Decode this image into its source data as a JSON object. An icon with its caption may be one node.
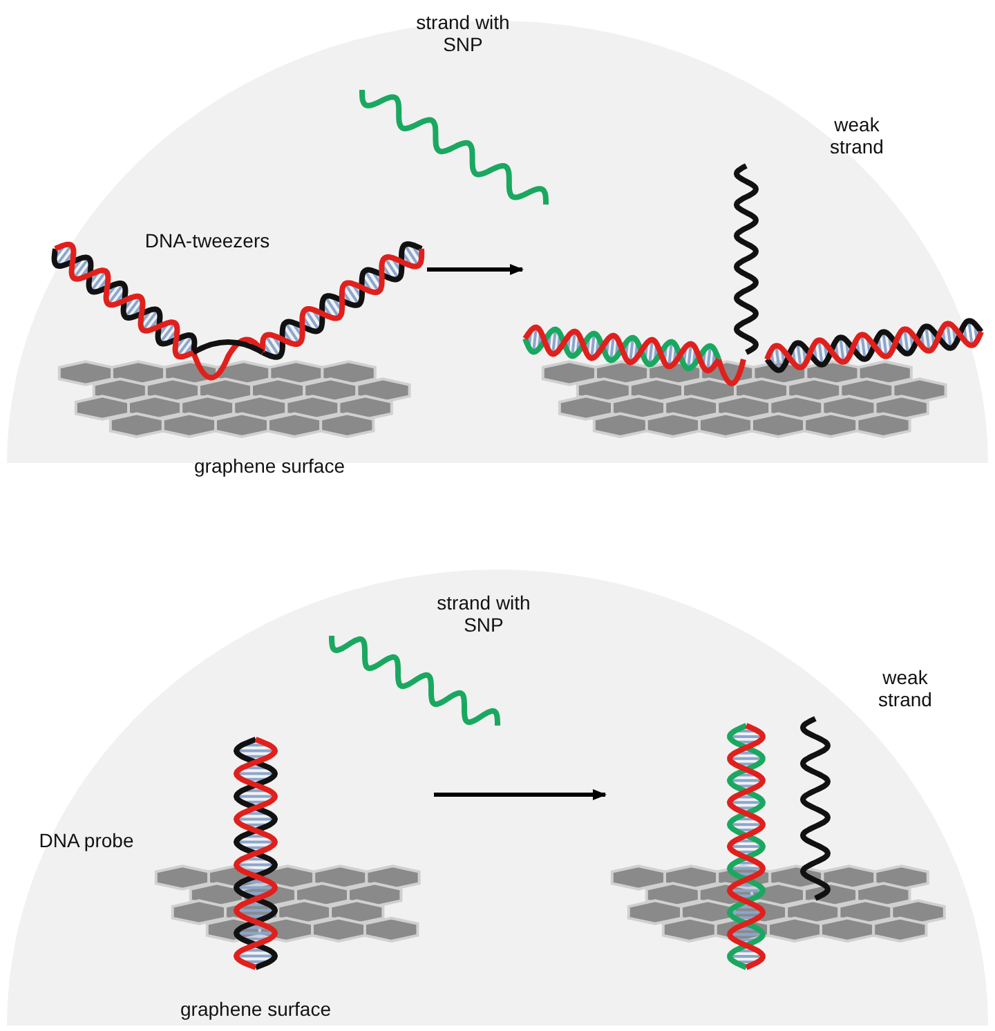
{
  "diagram": {
    "nodes": [
      {
        "text": [],
        "shape": "picture"
      },
      {
        "text": [],
        "shape": "picture"
      },
      {
        "text": [],
        "shape": "picture"
      },
      {
        "text": [],
        "shape": "picture"
      }
    ],
    "edges": [
      {
        "from": 0,
        "to": 1,
        "arrow": "to"
      },
      {
        "from": 2,
        "to": 3,
        "arrow": "to"
      }
    ],
    "labels": [
      "strand with SNP",
      "weak strand",
      "DNA-tweezers",
      "graphene surface",
      "strand with SNP",
      "weak strand",
      "DNA probe",
      "graphene surface"
    ]
  }
}
